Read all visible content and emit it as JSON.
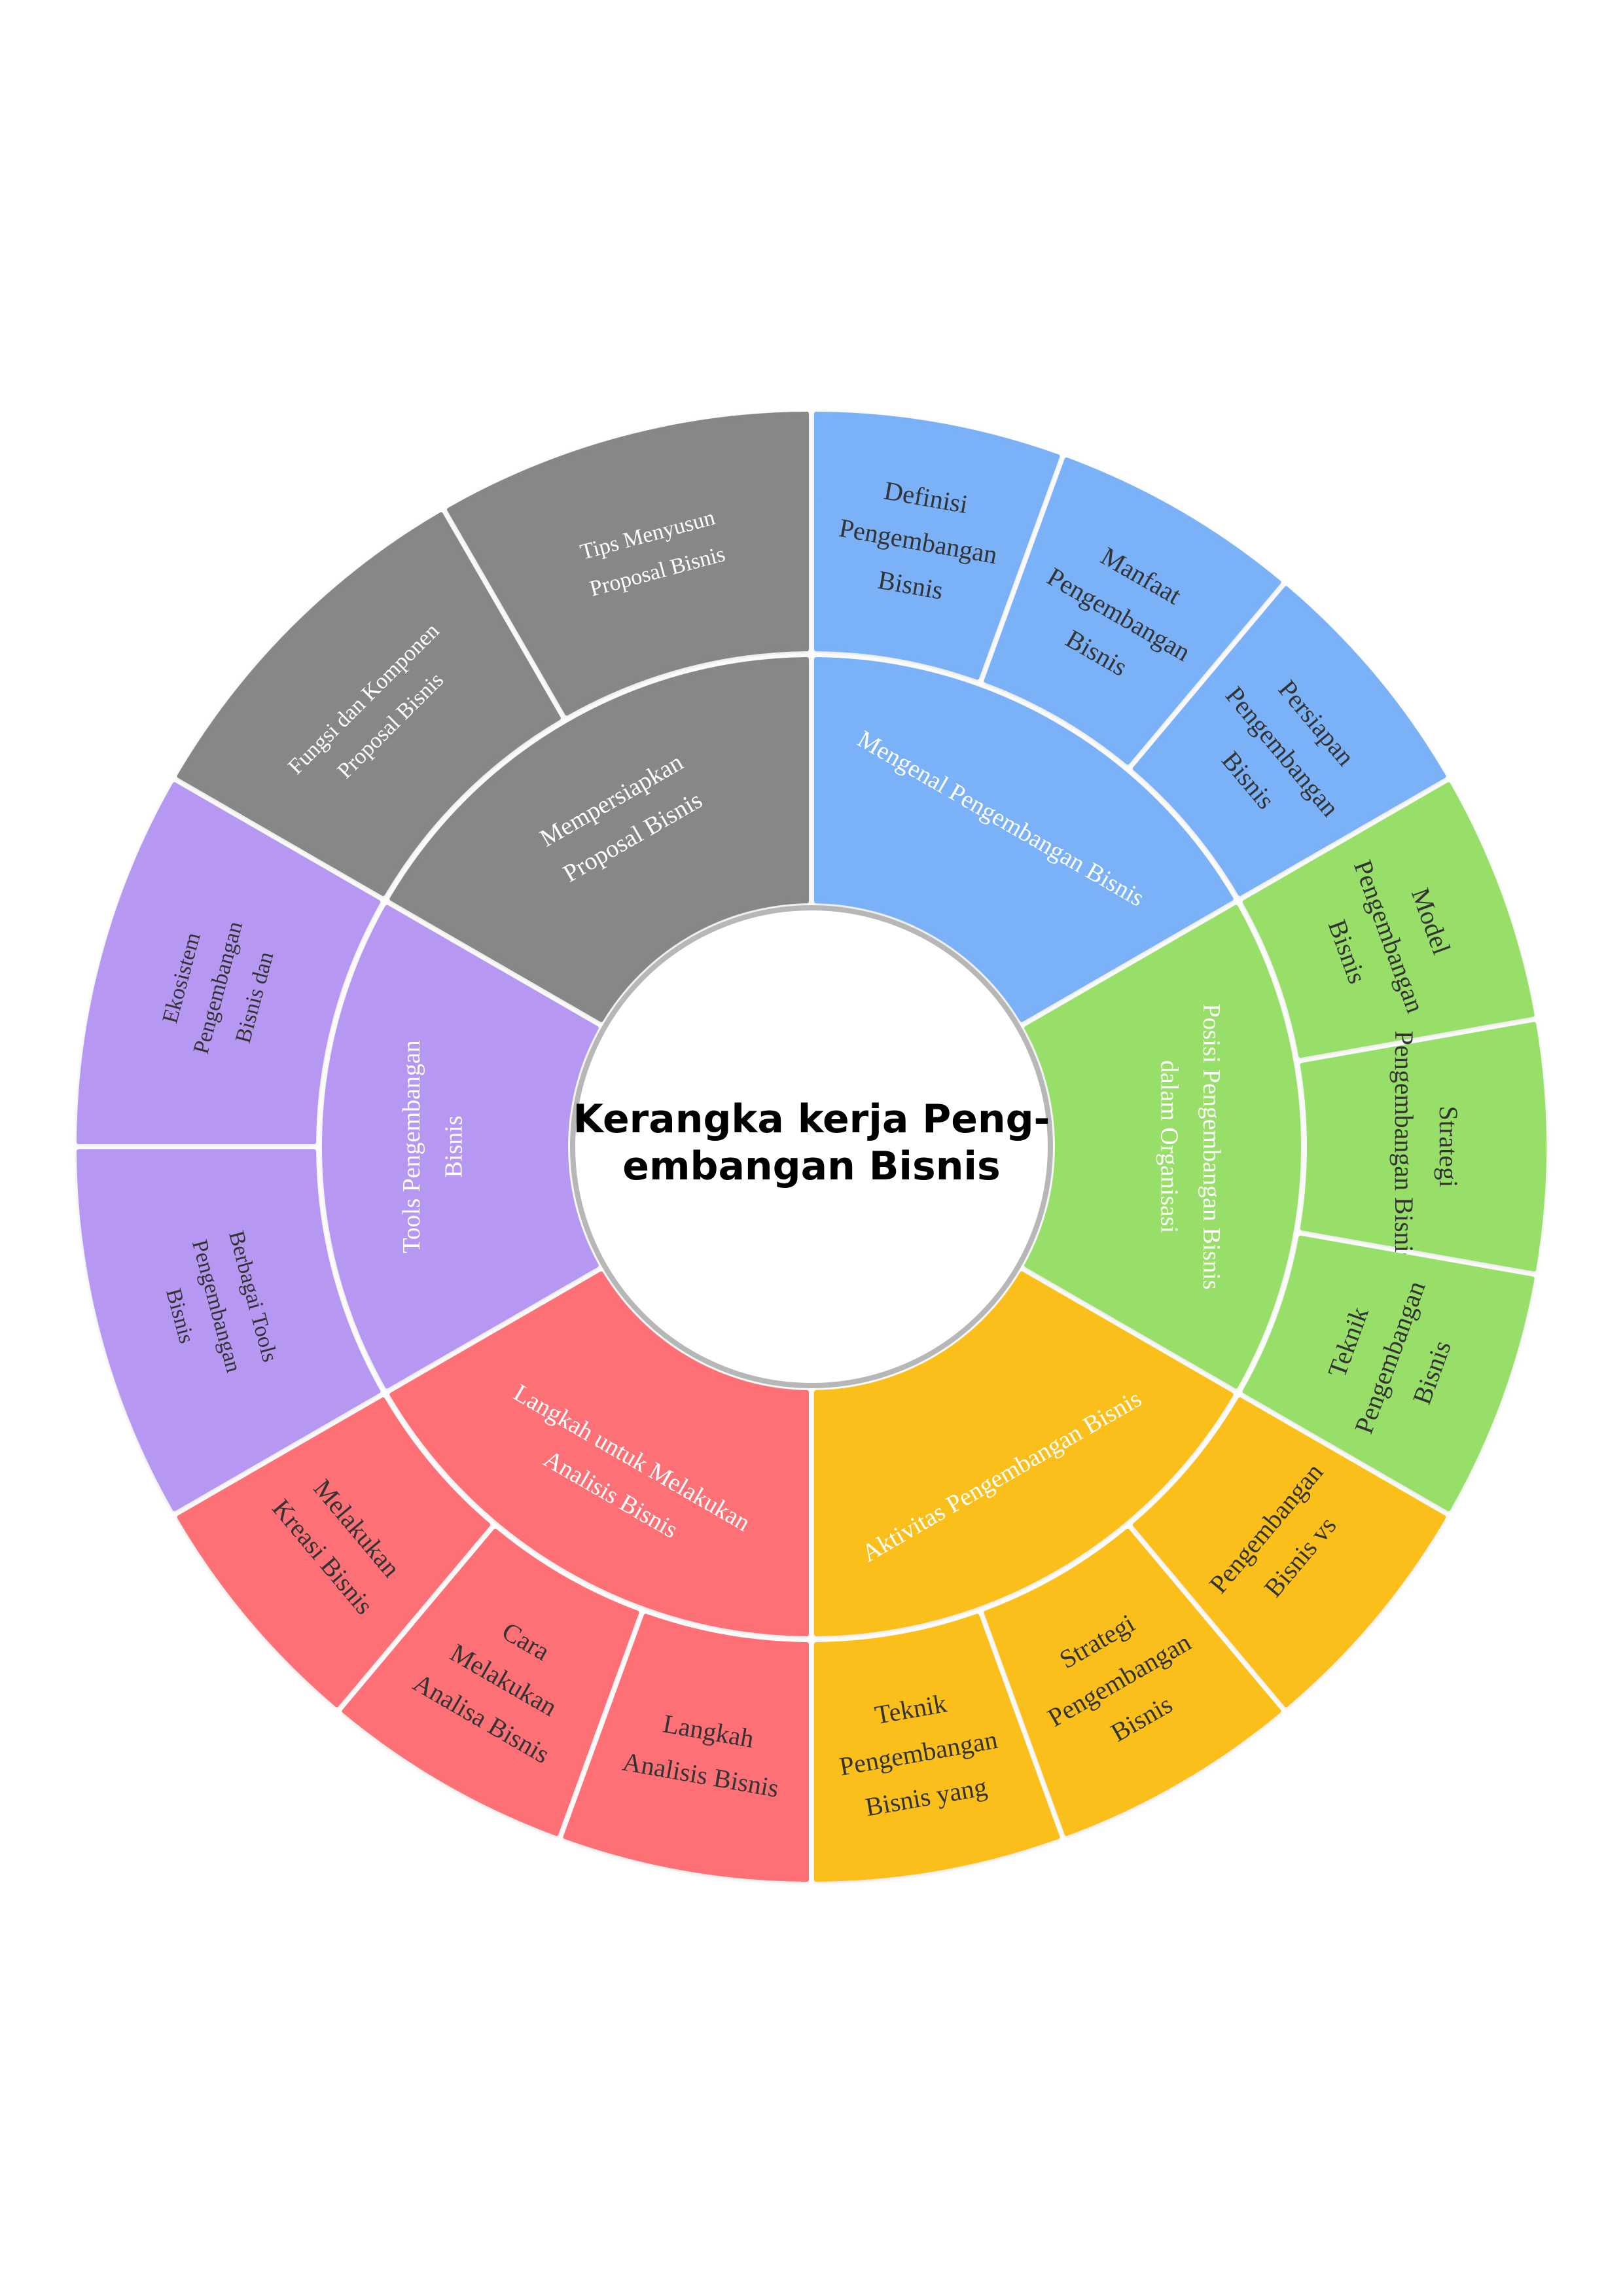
{
  "center": {
    "lines": [
      "Kerangka kerja Peng-",
      "embangan Bisnis"
    ]
  },
  "colors": {
    "gray": "#878787",
    "blue": "#7ab1f7",
    "green": "#98df6b",
    "yellow": "#fbbf1a",
    "red": "#fd6f75",
    "purple": "#b698f2",
    "center_fill": "#ffffff",
    "center_stroke": "#b7b7b7",
    "white_text": "#ffffff",
    "dark_text": "#333333"
  },
  "groups": [
    {
      "key": "gray",
      "main": {
        "lines": [
          "Mempersiapkan",
          "Proposal Bisnis"
        ]
      },
      "subs": [
        {
          "lines": [
            "Fungsi dan Komponen",
            "Proposal Bisnis"
          ]
        },
        {
          "lines": [
            "Tips Menyusun",
            "Proposal Bisnis"
          ]
        }
      ]
    },
    {
      "key": "blue",
      "main": {
        "lines": [
          "Mengenal Pengembangan Bisnis"
        ]
      },
      "subs": [
        {
          "lines": [
            "Definisi",
            "Pengembangan",
            "Bisnis"
          ]
        },
        {
          "lines": [
            "Manfaat",
            "Pengembangan",
            "Bisnis"
          ]
        },
        {
          "lines": [
            "Persiapan",
            "Pengembangan",
            "Bisnis"
          ]
        }
      ]
    },
    {
      "key": "green",
      "main": {
        "lines": [
          "Posisi Pengembangan Bisnis",
          "dalam Organisasi"
        ]
      },
      "subs": [
        {
          "lines": [
            "Model",
            "Pengembangan",
            "Bisnis"
          ]
        },
        {
          "lines": [
            "Strategi",
            "Pengembangan Bisnis"
          ]
        },
        {
          "lines": [
            "Teknik",
            "Pengembangan",
            "Bisnis"
          ]
        }
      ]
    },
    {
      "key": "yellow",
      "main": {
        "lines": [
          "Aktivitas Pengembangan Bisnis"
        ]
      },
      "subs": [
        {
          "lines": [
            "Pengembangan",
            "Bisnis vs"
          ]
        },
        {
          "lines": [
            "Strategi",
            "Pengembangan",
            "Bisnis"
          ]
        },
        {
          "lines": [
            "Teknik",
            "Pengembangan",
            "Bisnis yang"
          ]
        }
      ]
    },
    {
      "key": "red",
      "main": {
        "lines": [
          "Langkah untuk Melakukan",
          "Analisis Bisnis"
        ]
      },
      "subs": [
        {
          "lines": [
            "Langkah",
            "Analisis Bisnis"
          ]
        },
        {
          "lines": [
            "Cara",
            "Melakukan",
            "Analisa Bisnis"
          ]
        },
        {
          "lines": [
            "Melakukan",
            "Kreasi Bisnis"
          ]
        }
      ]
    },
    {
      "key": "purple",
      "main": {
        "lines": [
          "Tools Pengembangan",
          "Bisnis"
        ]
      },
      "subs": [
        {
          "lines": [
            "Berbagai Tools",
            "Pengembangan",
            "Bisnis"
          ]
        },
        {
          "lines": [
            "Ekosistem",
            "Pengembangan",
            "Bisnis dan"
          ]
        }
      ]
    }
  ]
}
